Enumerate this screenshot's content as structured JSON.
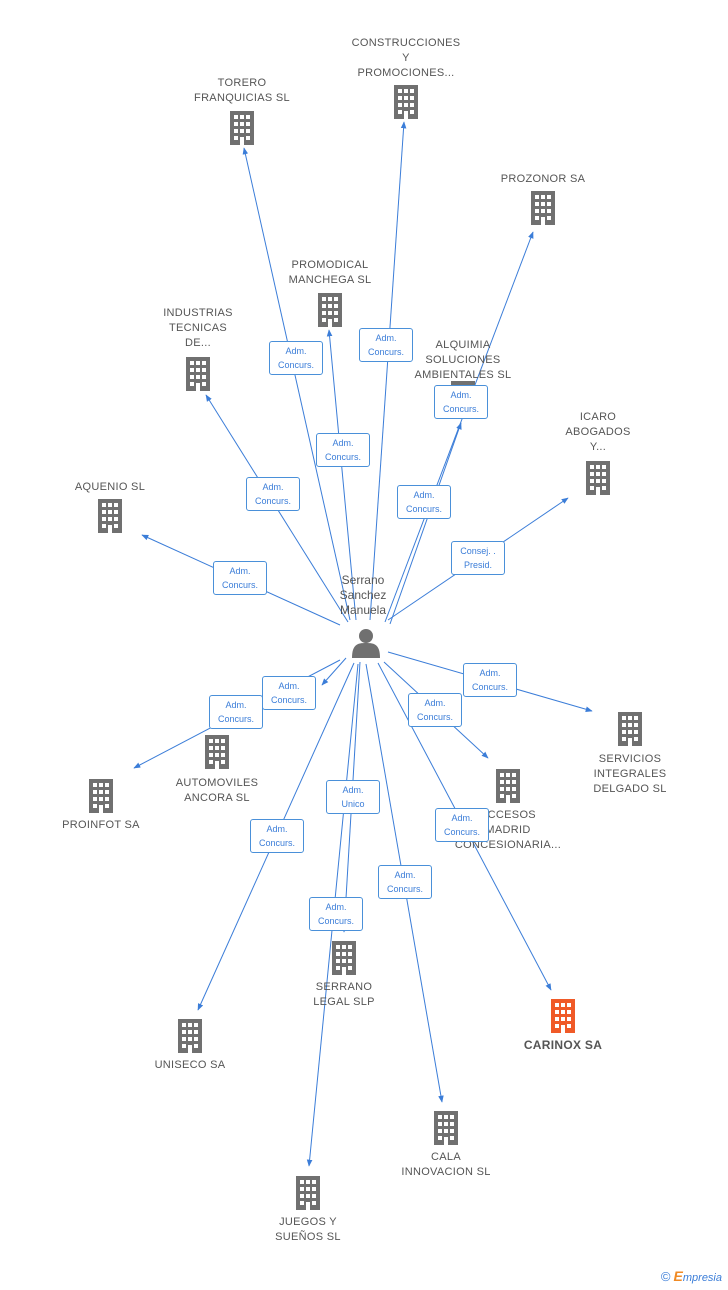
{
  "center": {
    "label": "Serrano\nSanchez\nManuela"
  },
  "colors": {
    "edge": "#3b7dd8",
    "building": "#707070",
    "highlight": "#f05a28"
  },
  "nodes": [
    {
      "id": "torero",
      "label": "TORERO\nFRANQUICIAS SL",
      "highlight": false
    },
    {
      "id": "construcciones",
      "label": "CONSTRUCCIONES\nY\nPROMOCIONES...",
      "highlight": false
    },
    {
      "id": "prozonor",
      "label": "PROZONOR SA",
      "highlight": false
    },
    {
      "id": "promodical",
      "label": "PROMODICAL\nMANCHEGA SL",
      "highlight": false
    },
    {
      "id": "industrias",
      "label": "INDUSTRIAS\nTECNICAS\nDE...",
      "highlight": false
    },
    {
      "id": "alquimia",
      "label": "ALQUIMIA\nSOLUCIONES\nAMBIENTALES SL",
      "highlight": false
    },
    {
      "id": "icaro",
      "label": "ICARO\nABOGADOS\nY...",
      "highlight": false
    },
    {
      "id": "aquenio",
      "label": "AQUENIO SL",
      "highlight": false
    },
    {
      "id": "servicios",
      "label": "SERVICIOS\nINTEGRALES\nDELGADO SL",
      "highlight": false
    },
    {
      "id": "automoviles",
      "label": "AUTOMOVILES\nANCORA SL",
      "highlight": false
    },
    {
      "id": "proinfot",
      "label": "PROINFOT SA",
      "highlight": false
    },
    {
      "id": "accesos",
      "label": "ACCESOS\nMADRID\nCONCESIONARIA...",
      "highlight": false
    },
    {
      "id": "serrano_legal",
      "label": "SERRANO\nLEGAL  SLP",
      "highlight": false
    },
    {
      "id": "carinox",
      "label": "CARINOX SA",
      "highlight": true
    },
    {
      "id": "uniseco",
      "label": "UNISECO SA",
      "highlight": false
    },
    {
      "id": "cala",
      "label": "CALA\nINNOVACION SL",
      "highlight": false
    },
    {
      "id": "juegos",
      "label": "JUEGOS Y\nSUEÑOS SL",
      "highlight": false
    }
  ],
  "edge_labels": [
    {
      "target": "torero",
      "label": "Adm.\nConcurs."
    },
    {
      "target": "construcciones",
      "label": "Adm.\nConcurs."
    },
    {
      "target": "promodical",
      "label": "Adm.\nConcurs."
    },
    {
      "target": "alquimia",
      "label": "Adm.\nConcurs."
    },
    {
      "target": "industrias",
      "label": "Adm.\nConcurs."
    },
    {
      "target": "prozonor",
      "label": "Adm.\nConcurs."
    },
    {
      "target": "icaro",
      "label": "Consej. .\nPresid."
    },
    {
      "target": "aquenio",
      "label": "Adm.\nConcurs."
    },
    {
      "target": "servicios",
      "label": "Adm.\nConcurs."
    },
    {
      "target": "automoviles",
      "label": "Adm.\nConcurs."
    },
    {
      "target": "proinfot",
      "label": "Adm.\nConcurs."
    },
    {
      "target": "accesos",
      "label": "Adm.\nConcurs."
    },
    {
      "target": "serrano_legal",
      "label": "Adm.\nUnico"
    },
    {
      "target": "carinox",
      "label": "Adm.\nConcurs."
    },
    {
      "target": "uniseco",
      "label": "Adm.\nConcurs."
    },
    {
      "target": "cala",
      "label": "Adm.\nConcurs."
    },
    {
      "target": "juegos",
      "label": "Adm.\nConcurs."
    }
  ],
  "brand": {
    "copyright": "©",
    "initial": "E",
    "rest": "mpresia"
  }
}
